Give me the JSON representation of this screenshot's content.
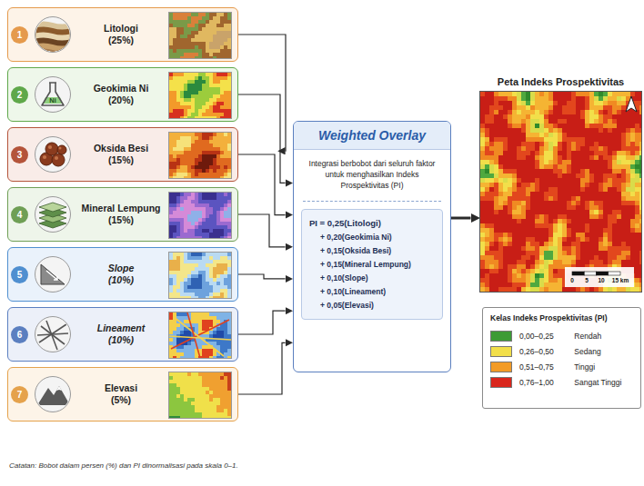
{
  "diagram": {
    "caption": "Catatan: Bobot dalam persen (%) dan PI dinormalisasi pada skala 0–1.",
    "nodes": [
      {
        "text": [
          "Litologi (25%)"
        ]
      },
      {
        "text": [
          "1"
        ],
        "in": 0
      },
      {
        "text": [
          "Geokimia Ni (20%)"
        ]
      },
      {
        "text": [
          "2"
        ],
        "in": 2
      },
      {
        "text": [
          "Oksida Besi (15%)"
        ]
      },
      {
        "text": [
          "3"
        ],
        "in": 4
      },
      {
        "text": [
          "Mineral Lempung (15%)"
        ]
      },
      {
        "text": [
          "4"
        ],
        "in": 6
      },
      {
        "text": [
          "Slope (10%)"
        ]
      },
      {
        "text": [
          "5"
        ],
        "in": 8
      },
      {
        "text": [
          "Lineament (10%)"
        ]
      },
      {
        "text": [
          "6"
        ],
        "in": 10
      },
      {
        "text": [
          "Elevasi (5%)"
        ]
      },
      {
        "text": [
          "7"
        ],
        "in": 12
      },
      {
        "text": [
          "Weighted Overlay",
          "Integrasi berbobot dari seluruh faktor untuk menghasilkan Indeks Prospektivitas (PI)"
        ]
      },
      {
        "text": [
          "PI = 0,25(Litologi) + 0,20(Geokimia Ni) + 0,15(Oksida Besi) + 0,15(Mineral Lempung) + 0,10(Slope) + 0,10(Lineament) + 0,05(Elevasi)"
        ],
        "in": 14
      },
      {
        "text": [
          "Peta Indeks Prospektivitas"
        ]
      },
      {
        "text": [
          "Kelas Indeks Prospektivitas (PI)"
        ]
      }
    ],
    "edges": [
      {
        "from": 0,
        "to": 14,
        "arrow": "to"
      },
      {
        "from": 2,
        "to": 14,
        "arrow": "to"
      },
      {
        "from": 4,
        "to": 14,
        "arrow": "to"
      },
      {
        "from": 6,
        "to": 14,
        "arrow": "to"
      },
      {
        "from": 8,
        "to": 14,
        "arrow": "to"
      },
      {
        "from": 10,
        "to": 14,
        "arrow": "to"
      },
      {
        "from": 12,
        "to": 14,
        "arrow": "to"
      },
      {
        "from": 14,
        "to": 16,
        "arrow": "to"
      }
    ],
    "labels": [
      "Ni",
      "0",
      "5",
      "10",
      "15 km"
    ],
    "legend": [
      {
        "text": "0,00–0,25 Rendah",
        "color": "#3d9b35"
      },
      {
        "text": "0,26–0,50 Sedang",
        "color": "#f2df4a"
      },
      {
        "text": "0,51–0,75 Tinggi",
        "color": "#f29b26"
      },
      {
        "text": "0,76–1,00 Sangat Tinggi",
        "color": "#d9261c"
      }
    ]
  }
}
